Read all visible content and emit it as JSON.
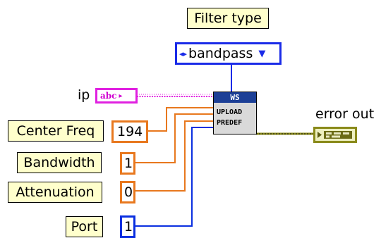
{
  "filter_type": {
    "label": "Filter type",
    "value": "bandpass",
    "prefix_icon": "increment-decrement-arrows-icon",
    "dropdown_icon": "triangle-down-icon"
  },
  "inputs": {
    "ip_label": "ip",
    "ip_terminal": "abc",
    "center_freq_label": "Center Freq",
    "center_freq_value": "194",
    "bandwidth_label": "Bandwidth",
    "bandwidth_value": "1",
    "attenuation_label": "Attenuation",
    "attenuation_value": "0",
    "port_label": "Port",
    "port_value": "1"
  },
  "subvi": {
    "header": "WS",
    "line1": "UPLOAD",
    "line2": "PREDEF"
  },
  "output": {
    "error_label": "error out"
  },
  "colors": {
    "numeric_wire": "#e8781e",
    "integer_wire": "#0a2fe0",
    "string_wire": "#e020e0",
    "cluster_wire": "#8a8a1a",
    "label_bg": "#ffffcc"
  }
}
